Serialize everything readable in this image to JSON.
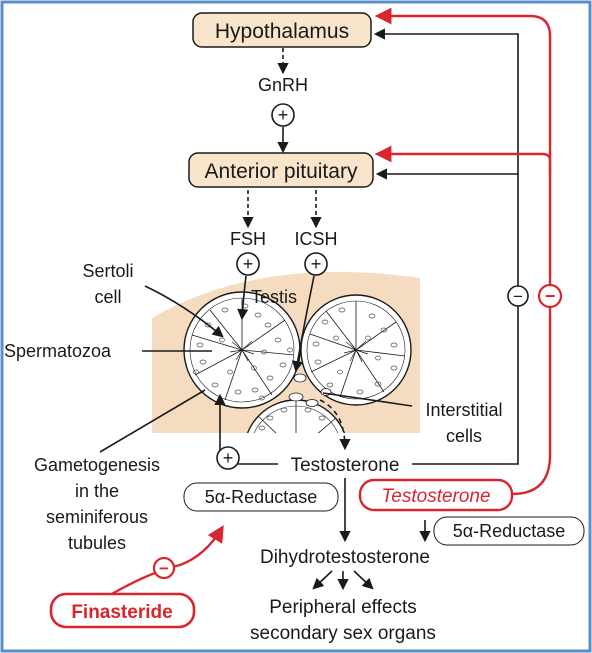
{
  "nodes": {
    "hypothalamus": "Hypothalamus",
    "gnrh": "GnRH",
    "anterior_pituitary": "Anterior pituitary",
    "fsh": "FSH",
    "icsh": "ICSH",
    "testis": "Testis",
    "sertoli_line1": "Sertoli",
    "sertoli_line2": "cell",
    "spermatozoa": "Spermatozoa",
    "interstitial_line1": "Interstitial",
    "interstitial_line2": "cells",
    "gametogenesis_line1": "Gametogenesis",
    "gametogenesis_line2": "in the",
    "gametogenesis_line3": "seminiferous",
    "gametogenesis_line4": "tubules",
    "testosterone": "Testosterone",
    "testosterone_drug": "Testosterone",
    "reductase_left": "5α-Reductase",
    "reductase_right": "5α-Reductase",
    "dht": "Dihydrotestosterone",
    "peripheral_line1": "Peripheral effects",
    "peripheral_line2": "secondary sex organs",
    "finasteride": "Finasteride"
  },
  "symbols": {
    "plus": "+",
    "minus": "−",
    "plus_icon": "plus-circle-icon",
    "minus_icon": "minus-circle-icon"
  },
  "colors": {
    "frame": "#5b8fc8",
    "box_fill": "#f9e4cc",
    "tissue": "#f5dcc0",
    "drug_red": "#d9262e",
    "ink": "#1a1a1a"
  }
}
